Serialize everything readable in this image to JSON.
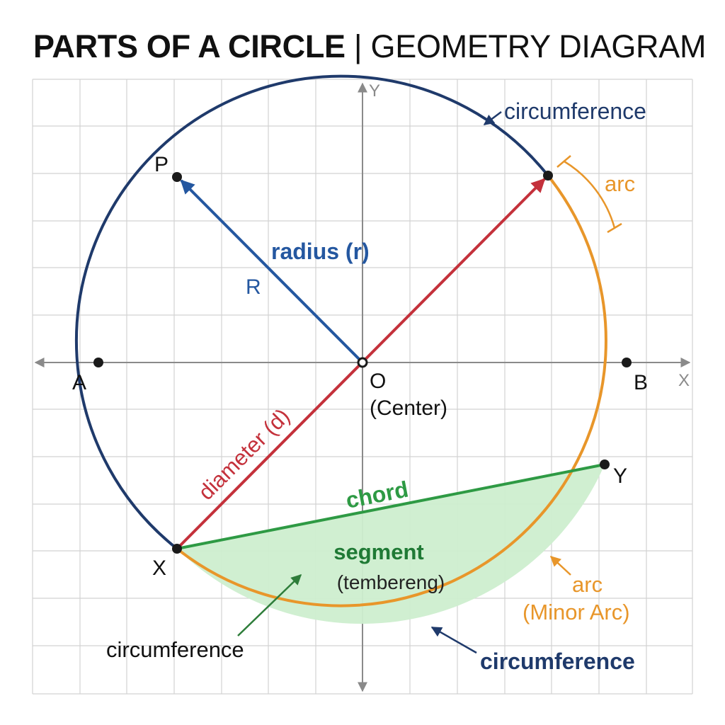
{
  "title": {
    "bold": "PARTS OF A CIRCLE",
    "separator": " | ",
    "light": "GEOMETRY DIAGRAM"
  },
  "axes": {
    "x": "X",
    "y": "Y"
  },
  "points": {
    "P": "P",
    "A": "A",
    "B": "B",
    "X": "X",
    "Y": "Y",
    "O": "O"
  },
  "labels": {
    "center": "(Center)",
    "radius": "radius (r)",
    "radius_letter": "R",
    "diameter": "diameter (d)",
    "chord": "chord",
    "segment": "segment",
    "segment_alt": "(tembereng)",
    "arc_top": "arc",
    "arc_bottom": "arc",
    "minor_arc": "(Minor Arc)",
    "circumference_top": "circumference",
    "circumference_left": "circumference",
    "circumference_bottom": "circumference"
  },
  "colors": {
    "circle": "#1f3a6b",
    "radius": "#2457a0",
    "diameter": "#c4313b",
    "chord": "#2e9a44",
    "segment_fill": "#cdeecf",
    "arc": "#e8962a",
    "grid": "#d2d2d2",
    "axis": "#8a8a8a"
  }
}
